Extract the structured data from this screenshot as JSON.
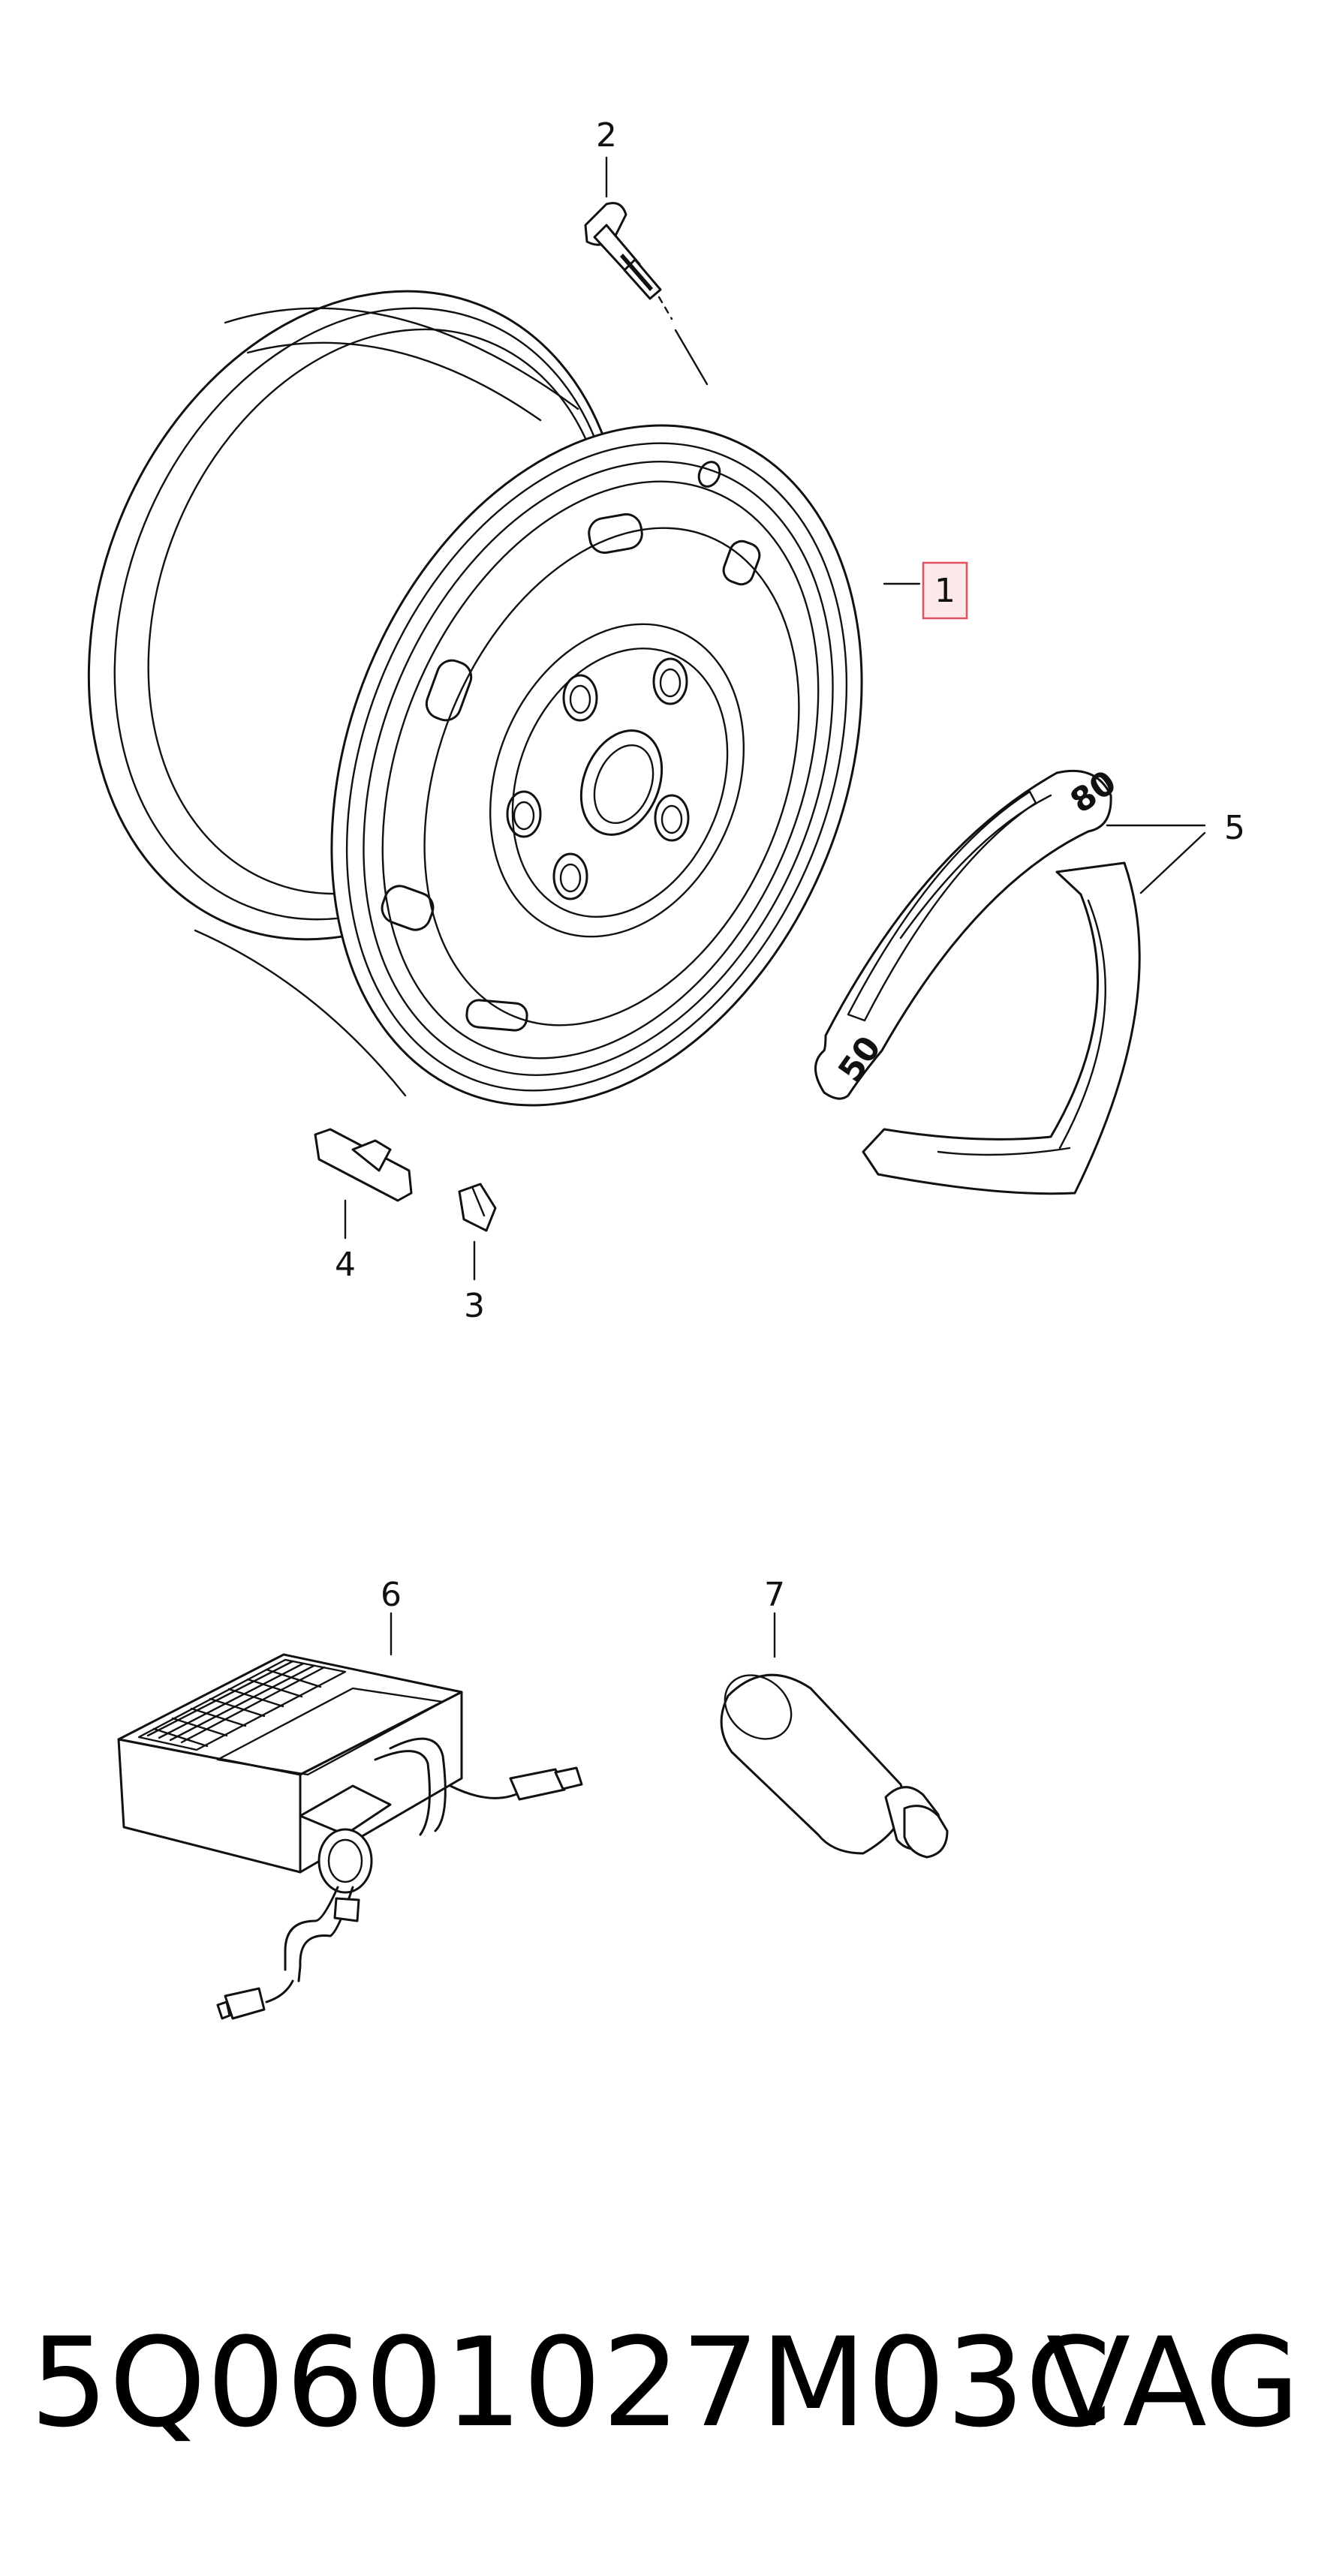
{
  "diagram": {
    "callouts": [
      {
        "id": "1",
        "label": "1",
        "highlighted": true
      },
      {
        "id": "2",
        "label": "2"
      },
      {
        "id": "3",
        "label": "3"
      },
      {
        "id": "4",
        "label": "4"
      },
      {
        "id": "5",
        "label": "5"
      },
      {
        "id": "6",
        "label": "6"
      },
      {
        "id": "7",
        "label": "7"
      }
    ],
    "sticker_labels": {
      "upper": "80",
      "lower": "50"
    },
    "highlight_color": "#e2535f"
  },
  "footer": {
    "part_number": "5Q0601027M03C",
    "brand": "VAG"
  }
}
